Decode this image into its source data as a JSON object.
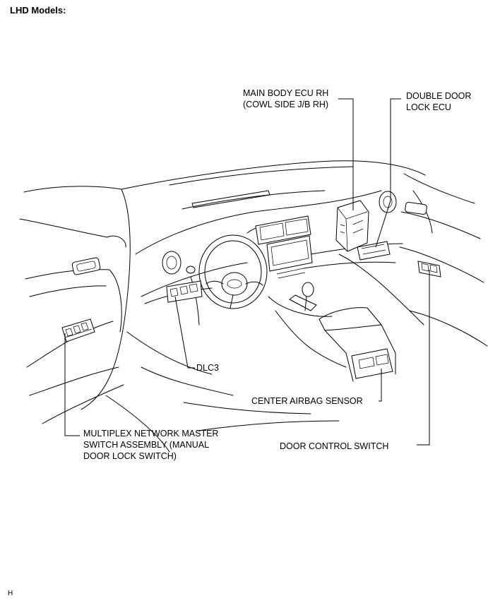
{
  "heading": "LHD Models:",
  "labels": {
    "main_body_ecu": [
      "MAIN BODY ECU RH",
      "(COWL SIDE J/B RH)"
    ],
    "double_door_lock_ecu": [
      "DOUBLE DOOR",
      "LOCK ECU"
    ],
    "dlc3": [
      "DLC3"
    ],
    "center_airbag_sensor": [
      "CENTER AIRBAG SENSOR"
    ],
    "multiplex_switch": [
      "MULTIPLEX NETWORK MASTER",
      "SWITCH ASSEMBLY (MANUAL",
      "DOOR LOCK SWITCH)"
    ],
    "door_control_switch": [
      "DOOR CONTROL SWITCH"
    ]
  },
  "footer": "H"
}
